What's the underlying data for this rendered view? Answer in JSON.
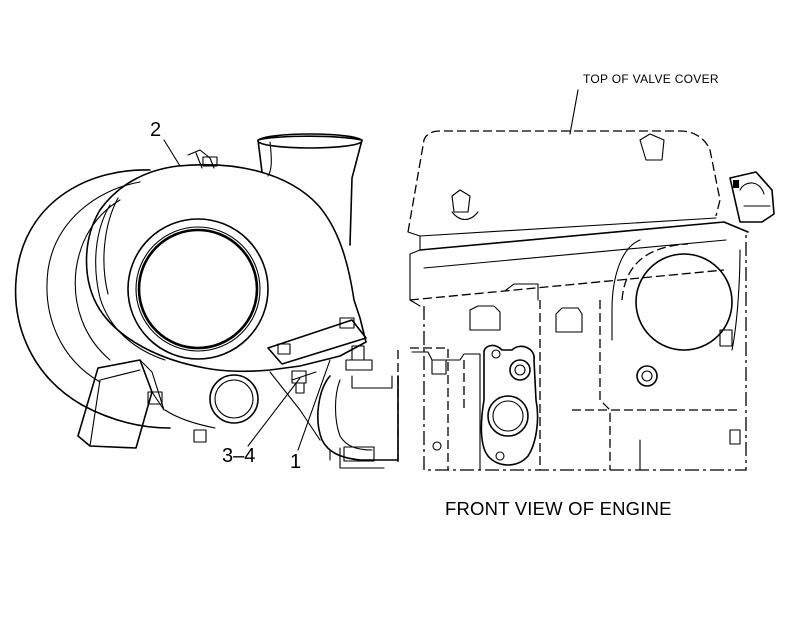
{
  "labels": {
    "top_of_valve_cover": "TOP OF VALVE COVER",
    "front_view": "FRONT VIEW OF ENGINE",
    "callout_1": "1",
    "callout_2": "2",
    "callout_3_4": "3–4"
  }
}
